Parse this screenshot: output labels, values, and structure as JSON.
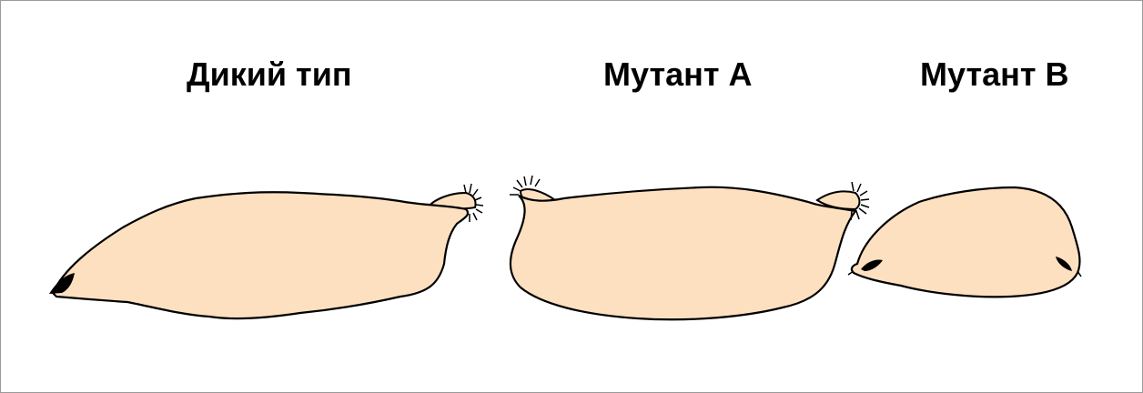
{
  "labels": {
    "wild_type": "Дикий тип",
    "mutant_a": "Мутант А",
    "mutant_b": "Мутант В"
  },
  "colors": {
    "body_fill": "#fde0c0",
    "outline": "#000000",
    "frame": "#9a9a9a"
  }
}
